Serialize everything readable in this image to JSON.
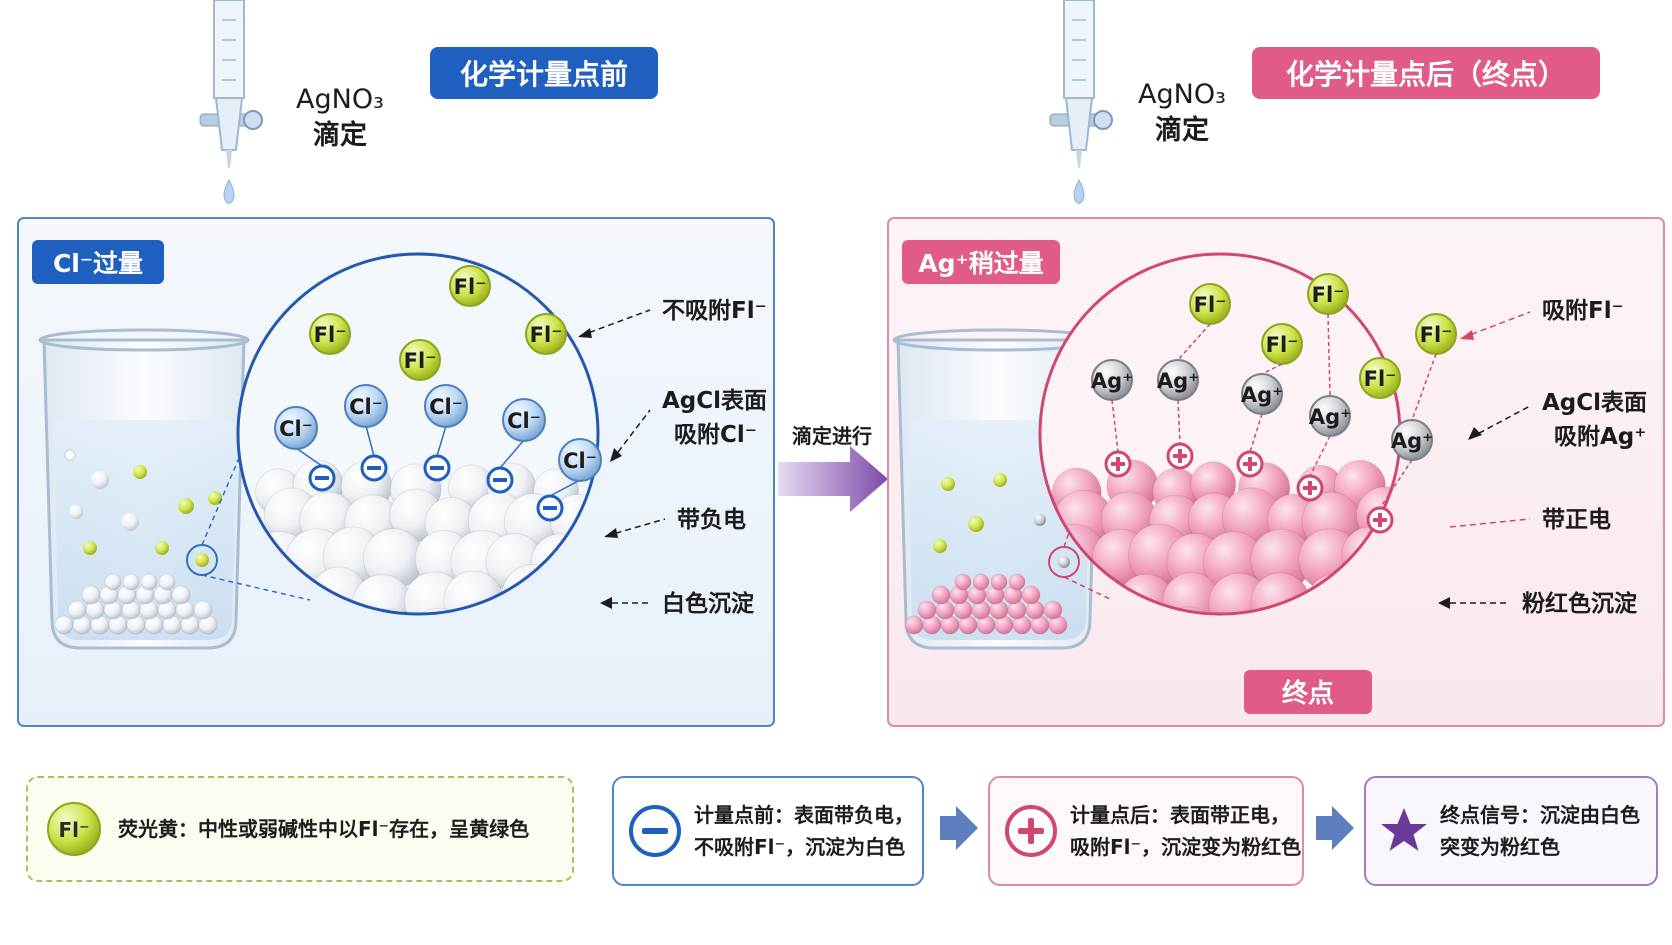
{
  "before": {
    "title": "化学计量点前",
    "titrant_line1": "AgNO₃",
    "titrant_line2": "滴定",
    "badge": "Cl⁻过量",
    "ion_fl": "Fl⁻",
    "ion_cl": "Cl⁻",
    "callout_1": "不吸附Fl⁻",
    "callout_2a": "AgCl表面",
    "callout_2b": "吸附Cl⁻",
    "callout_3": "带负电",
    "callout_4": "白色沉淀"
  },
  "transition": {
    "label": "滴定进行"
  },
  "after": {
    "title": "化学计量点后（终点）",
    "titrant_line1": "AgNO₃",
    "titrant_line2": "滴定",
    "badge": "Ag⁺稍过量",
    "ion_fl": "Fl⁻",
    "ion_ag": "Ag⁺",
    "callout_1": "吸附Fl⁻",
    "callout_2a": "AgCl表面",
    "callout_2b": "吸附Ag⁺",
    "callout_3": "带正电",
    "callout_4": "粉红色沉淀",
    "endpoint": "终点"
  },
  "legend": {
    "fl_icon_text": "Fl⁻",
    "fl_desc": "荧光黄：中性或弱碱性中以Fl⁻存在，呈黄绿色",
    "neg_line1": "计量点前：表面带负电，",
    "neg_line2": "不吸附Fl⁻，沉淀为白色",
    "pos_line1": "计量点后：表面带正电，",
    "pos_line2": "吸附Fl⁻，沉淀变为粉红色",
    "end_line1": "终点信号：沉淀由白色",
    "end_line2": "突变为粉红色"
  },
  "colors": {
    "blue_accent": "#1f5fbf",
    "pink_accent": "#d94f7b",
    "fl_green": "#c8de3c",
    "purple": "#6a3a9a"
  },
  "icons": {
    "dropper": "burette-icon",
    "negative": "minus-circle-icon",
    "positive": "plus-circle-icon",
    "star": "star-icon",
    "arrow": "arrow-right-icon"
  }
}
